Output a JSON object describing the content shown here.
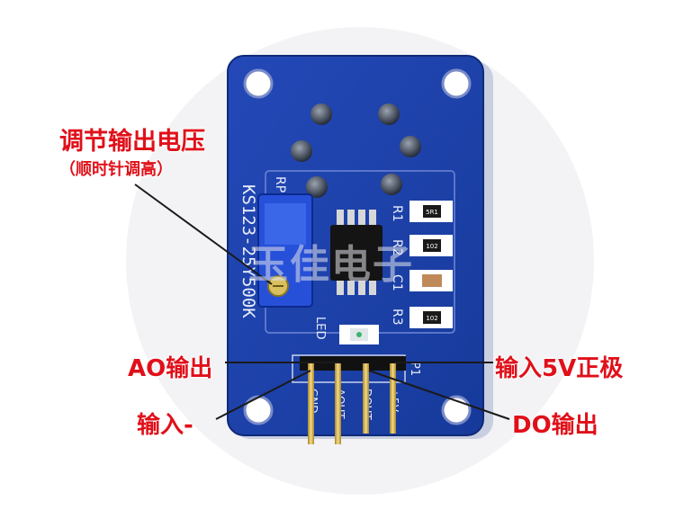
{
  "labels": {
    "adjust_title": "调节输出电压",
    "adjust_sub": "（顺时针调高）",
    "ao_output": "AO输出",
    "input_minus": "输入-",
    "input_5v": "输入5V正极",
    "do_output": "DO输出"
  },
  "watermark": "玉佳电子",
  "silkscreen": {
    "part_number": "KS123-25Y500K",
    "led": "LED",
    "r1": "R1",
    "r2": "R2",
    "c1": "C1",
    "r3": "R3",
    "rp": "RP",
    "p1": "P1",
    "pins": [
      "GND",
      "AOUT",
      "DOUT",
      "+5V"
    ],
    "smd_r1": "5R1",
    "smd_r2": "102",
    "smd_r3": "102"
  },
  "colors": {
    "pcb": "#1d3fa6",
    "annotation": "#e0101a",
    "header": "#111111",
    "pin": "#d8b64a"
  }
}
